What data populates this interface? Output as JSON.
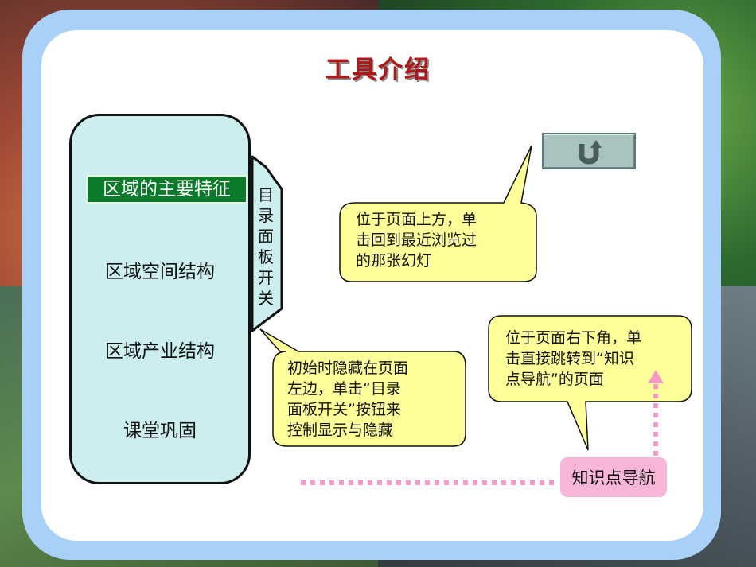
{
  "slide": {
    "title": "工具介绍"
  },
  "toc": {
    "items": [
      {
        "label": "区域的主要特征",
        "active": true
      },
      {
        "label": "区域空间结构",
        "active": false
      },
      {
        "label": "区域产业结构",
        "active": false
      },
      {
        "label": "课堂巩固",
        "active": false
      }
    ],
    "switch_label": [
      "目",
      "录",
      "面",
      "板",
      "开",
      "关"
    ]
  },
  "back_button": {
    "icon": "return-arrow-icon"
  },
  "callouts": {
    "back": [
      "位于页面上方，单",
      "击回到最近浏览过",
      "的那张幻灯"
    ],
    "switch": [
      "初始时隐藏在页面",
      "左边，单击“目录",
      "面板开关”按钮来",
      "控制显示与隐藏"
    ],
    "nav": [
      "位于页面右下角，单",
      "击直接跳转到“知识",
      "点导航”的页面"
    ]
  },
  "nav_button": {
    "label": "知识点导航"
  },
  "colors": {
    "frame": "#a9d1f7",
    "toc_bg": "#cdeeee",
    "active_item": "#0b7a2a",
    "callout_fill": "#ffff99",
    "title": "#b01818",
    "nav_button": "#f7b6d7"
  }
}
